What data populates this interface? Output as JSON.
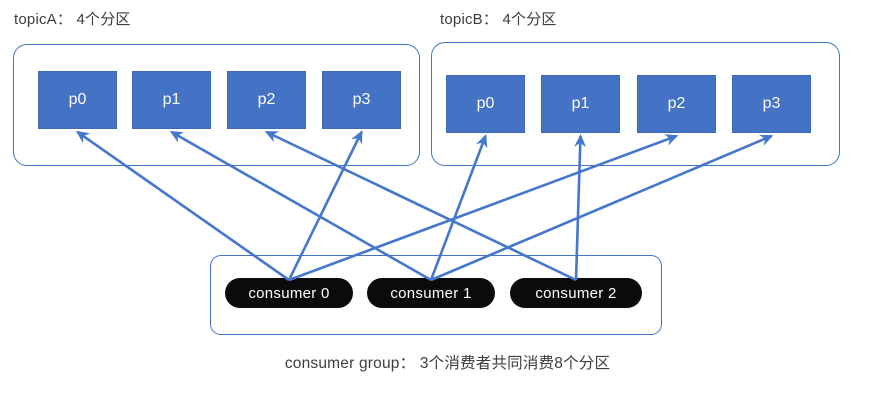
{
  "diagram": {
    "topics": [
      {
        "id": "topicA",
        "title": "topicA： 4个分区",
        "partitions": [
          {
            "id": "topicA-p0",
            "label": "p0"
          },
          {
            "id": "topicA-p1",
            "label": "p1"
          },
          {
            "id": "topicA-p2",
            "label": "p2"
          },
          {
            "id": "topicA-p3",
            "label": "p3"
          }
        ]
      },
      {
        "id": "topicB",
        "title": "topicB： 4个分区",
        "partitions": [
          {
            "id": "topicB-p0",
            "label": "p0"
          },
          {
            "id": "topicB-p1",
            "label": "p1"
          },
          {
            "id": "topicB-p2",
            "label": "p2"
          },
          {
            "id": "topicB-p3",
            "label": "p3"
          }
        ]
      }
    ],
    "consumer_group": {
      "caption": "consumer group： 3个消费者共同消费8个分区",
      "consumers": [
        {
          "id": "consumer-0",
          "label": "consumer 0"
        },
        {
          "id": "consumer-1",
          "label": "consumer 1"
        },
        {
          "id": "consumer-2",
          "label": "consumer 2"
        }
      ]
    },
    "edges": [
      {
        "from": "consumer-0",
        "to": "topicA-p0"
      },
      {
        "from": "consumer-1",
        "to": "topicA-p1"
      },
      {
        "from": "consumer-2",
        "to": "topicA-p2"
      },
      {
        "from": "consumer-0",
        "to": "topicA-p3"
      },
      {
        "from": "consumer-1",
        "to": "topicB-p0"
      },
      {
        "from": "consumer-2",
        "to": "topicB-p1"
      },
      {
        "from": "consumer-0",
        "to": "topicB-p2"
      },
      {
        "from": "consumer-1",
        "to": "topicB-p3"
      }
    ],
    "colors": {
      "partition_fill": "#4472C4",
      "partition_border": "#3d69b8",
      "partition_text": "#fdfdfd",
      "container_border": "#4472C4",
      "arrow": "#4577CC",
      "consumer_fill": "#0b0b0b",
      "consumer_text": "#ffffff",
      "label_text": "#3d3d3d"
    }
  }
}
